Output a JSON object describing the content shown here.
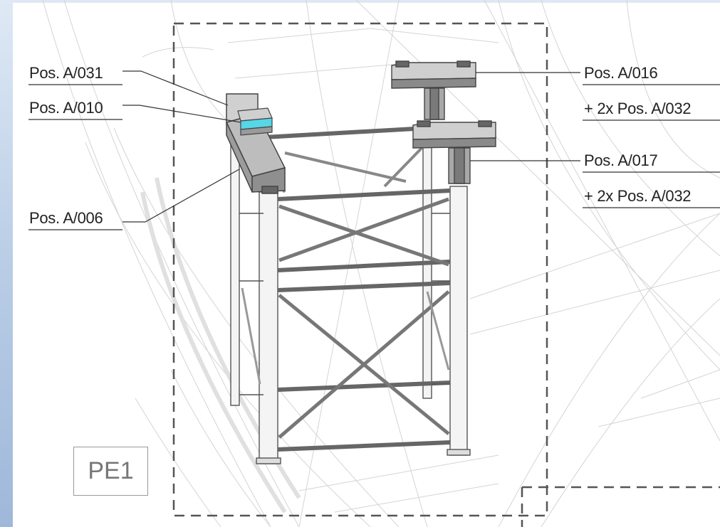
{
  "labels": {
    "a031": "Pos. A/031",
    "a010": "Pos. A/010",
    "a006": "Pos. A/006",
    "a016": "Pos. A/016",
    "a016_extra": "+ 2x Pos. A/032",
    "a017": "Pos. A/017",
    "a017_extra": "+ 2x Pos. A/032"
  },
  "section_tag": "PE1",
  "colors": {
    "background": "#ffffff",
    "frame_gradient": "#b9cde6",
    "highlight": "#56d6e6",
    "structure_line": "#555555",
    "background_line": "#cfcfcf"
  }
}
